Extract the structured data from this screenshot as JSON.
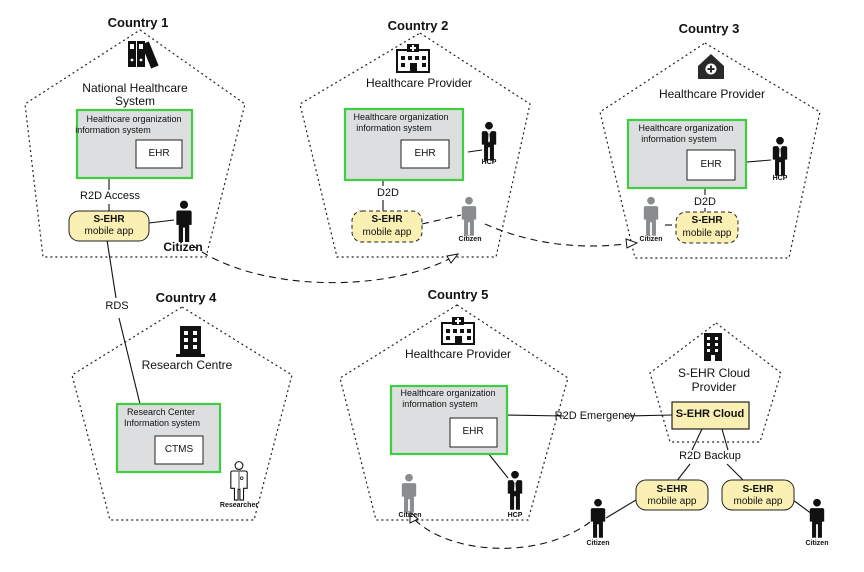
{
  "country1": {
    "title": "Country 1",
    "entity_line1": "National Healthcare",
    "entity_line2": "System",
    "org_line1": "Healthcare organization",
    "org_line2": "information system",
    "ehr": "EHR",
    "r2d_access": "R2D Access",
    "app_line1": "S-EHR",
    "app_line2": "mobile app",
    "citizen": "Citizen"
  },
  "country2": {
    "title": "Country 2",
    "entity": "Healthcare Provider",
    "org_line1": "Healthcare organization",
    "org_line2": "information system",
    "ehr": "EHR",
    "hcp": "HCP",
    "d2d": "D2D",
    "app_line1": "S-EHR",
    "app_line2": "mobile app",
    "citizen": "Citizen"
  },
  "country3": {
    "title": "Country 3",
    "entity": "Healthcare Provider",
    "org_line1": "Healthcare organization",
    "org_line2": "information system",
    "ehr": "EHR",
    "hcp": "HCP",
    "d2d": "D2D",
    "app_line1": "S-EHR",
    "app_line2": "mobile app",
    "citizen": "Citizen"
  },
  "country4": {
    "title": "Country 4",
    "entity": "Research Centre",
    "org_line1": "Research Center",
    "org_line2": "Information system",
    "ctms": "CTMS",
    "researcher": "Researcher"
  },
  "country5": {
    "title": "Country 5",
    "entity": "Healthcare Provider",
    "org_line1": "Healthcare organization",
    "org_line2": "information system",
    "ehr": "EHR",
    "hcp": "HCP",
    "citizen": "Citizen"
  },
  "cloud": {
    "provider_line1": "S-EHR Cloud",
    "provider_line2": "Provider",
    "box": "S-EHR Cloud",
    "r2d_emergency": "R2D Emergency",
    "r2d_backup": "R2D Backup",
    "app_line1": "S-EHR",
    "app_line2": "mobile app",
    "citizen": "Citizen"
  },
  "rds": "RDS",
  "icons": [
    "binders-icon",
    "hospital-building-icon",
    "medical-house-icon",
    "office-building-icon",
    "person-icon",
    "doctor-icon",
    "researcher-icon"
  ]
}
